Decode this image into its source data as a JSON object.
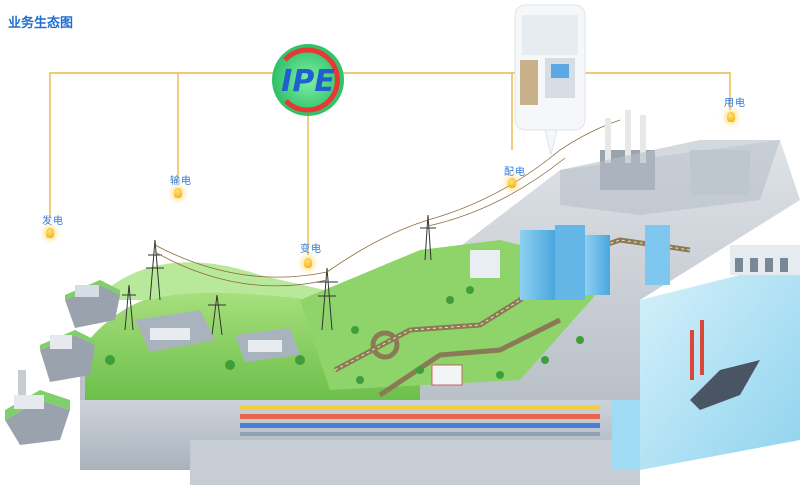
{
  "title": "业务生态图",
  "logo": {
    "text": "IPE",
    "ring_color": "#e53935",
    "fill_color": "#3dd17a",
    "text_color": "#1f5fd0"
  },
  "stages": [
    {
      "id": "generation",
      "label": "发电"
    },
    {
      "id": "transmission",
      "label": "输电"
    },
    {
      "id": "transformation",
      "label": "变电"
    },
    {
      "id": "distribution",
      "label": "配电"
    },
    {
      "id": "consumption",
      "label": "用电"
    }
  ],
  "colors": {
    "connector": "#e8b84a",
    "label": "#2b7bd8",
    "grass": "#7ccf5a",
    "water": "#bfe8f7"
  }
}
